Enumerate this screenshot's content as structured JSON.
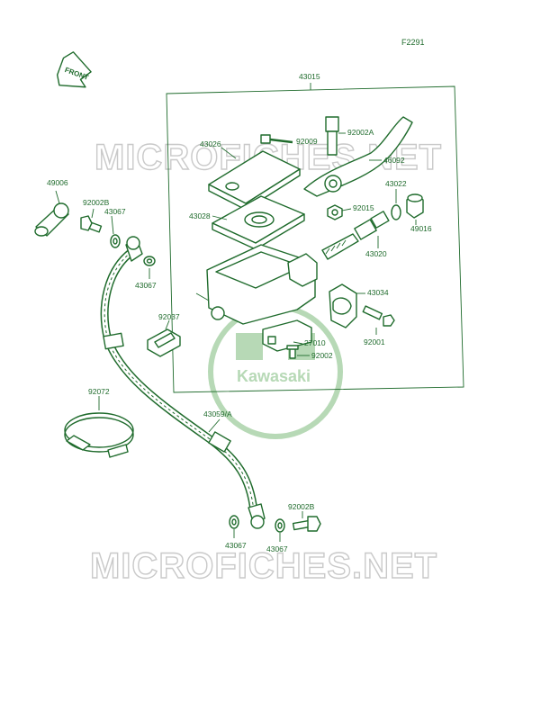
{
  "figure_code": "F2291",
  "front_label": "FRONT",
  "watermark": "MICROFICHES.NET",
  "brand": "Kawasaki",
  "colors": {
    "ink": "#1f6b2c",
    "watermark": "#c9c9c9",
    "logo": "#b7d9b6"
  },
  "parts": {
    "43015": "43015",
    "92009": "92009",
    "92002A": "92002A",
    "46092": "46092",
    "43026": "43026",
    "43028": "43028",
    "92015": "92015",
    "43022": "43022",
    "49016": "49016",
    "43020": "43020",
    "43034": "43034",
    "92001": "92001",
    "27010": "27010",
    "92002": "92002",
    "49006": "49006",
    "92002B_top": "92002B",
    "43067_a": "43067",
    "43067_b": "43067",
    "92037": "92037",
    "92072": "92072",
    "43059A": "43059/A",
    "92002B_bottom": "92002B",
    "43067_c": "43067",
    "43067_d": "43067"
  }
}
